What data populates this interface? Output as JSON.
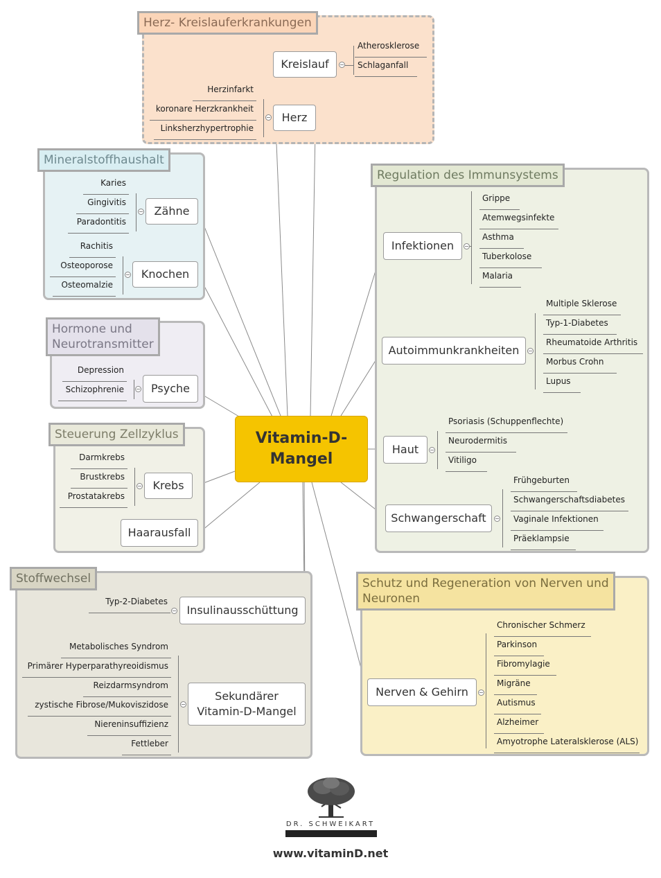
{
  "colors": {
    "center": "#f5c400",
    "herz_bg": "#fbe1cc",
    "mineral_bg": "#e6f2f4",
    "hormone_bg": "#efedf3",
    "zell_bg": "#f1f1e7",
    "stoff_bg": "#e8e6dc",
    "immun_bg": "#eef1e4",
    "nerven_bg": "#faf0c6"
  },
  "center": {
    "line1": "Vitamin-D-",
    "line2": "Mangel"
  },
  "groups": {
    "herz": {
      "title": "Herz- Kreislauferkrankungen",
      "kreislauf": "Kreislauf",
      "herz": "Herz",
      "kreislauf_leaves": [
        "Atherosklerose",
        "Schlaganfall"
      ],
      "herz_leaves": [
        "Herzinfarkt",
        "koronare Herzkrankheit",
        "Linksherzhypertrophie"
      ]
    },
    "mineral": {
      "title": "Mineralstoffhaushalt",
      "zaehne": "Zähne",
      "knochen": "Knochen",
      "zaehne_leaves": [
        "Karies",
        "Gingivitis",
        "Paradontitis"
      ],
      "knochen_leaves": [
        "Rachitis",
        "Osteoporose",
        "Osteomalzie"
      ]
    },
    "hormone": {
      "title_line1": "Hormone und",
      "title_line2": "Neurotransmitter",
      "psyche": "Psyche",
      "psyche_leaves": [
        "Depression",
        "Schizophrenie"
      ]
    },
    "zell": {
      "title": "Steuerung Zellzyklus",
      "krebs": "Krebs",
      "haarausfall": "Haarausfall",
      "krebs_leaves": [
        "Darmkrebs",
        "Brustkrebs",
        "Prostatakrebs"
      ]
    },
    "stoff": {
      "title": "Stoffwechsel",
      "insulin": "Insulinausschüttung",
      "sek_line1": "Sekundärer",
      "sek_line2": "Vitamin-D-Mangel",
      "insulin_leaves": [
        "Typ-2-Diabetes"
      ],
      "sek_leaves": [
        "Metabolisches Syndrom",
        "Primärer Hyperparathyreoidismus",
        "Reizdarmsyndrom",
        "zystische Fibrose/Mukoviszidose",
        "Niereninsuffizienz",
        "Fettleber"
      ]
    },
    "immun": {
      "title": "Regulation des Immunsystems",
      "infektionen": "Infektionen",
      "autoimmun": "Autoimmunkrankheiten",
      "haut": "Haut",
      "schwanger": "Schwangerschaft",
      "infektionen_leaves": [
        "Grippe",
        "Atemwegsinfekte",
        "Asthma",
        "Tuberkolose",
        "Malaria"
      ],
      "autoimmun_leaves": [
        "Multiple Sklerose",
        "Typ-1-Diabetes",
        "Rheumatoide Arthritis",
        "Morbus Crohn",
        "Lupus"
      ],
      "haut_leaves": [
        "Psoriasis (Schuppenflechte)",
        "Neurodermitis",
        "Vitiligo"
      ],
      "schwanger_leaves": [
        "Frühgeburten",
        "Schwangerschaftsdiabetes",
        "Vaginale Infektionen",
        "Präeklampsie"
      ]
    },
    "nerven": {
      "title_line1": "Schutz und Regeneration von Nerven und",
      "title_line2": "Neuronen",
      "nerven": "Nerven & Gehirn",
      "nerven_leaves": [
        "Chronischer Schmerz",
        "Parkinson",
        "Fibromylagie",
        "Migräne",
        "Autismus",
        "Alzheimer",
        "Amyotrophe Lateralsklerose (ALS)"
      ]
    }
  },
  "logo": {
    "name": "DR. SCHWEIKART",
    "icon": "tree-icon"
  },
  "url": "www.vitaminD.net"
}
